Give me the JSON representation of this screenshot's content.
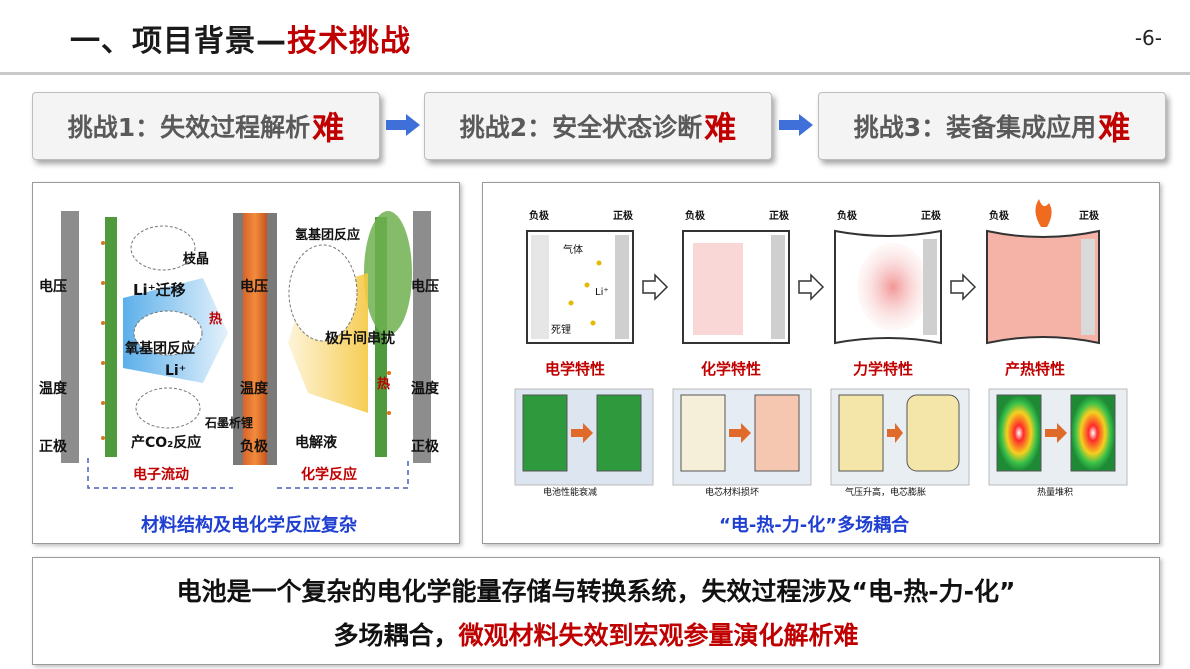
{
  "header": {
    "title_prefix": "一、项目背景—",
    "title_accent": "技术挑战",
    "page_number": "-6-"
  },
  "challenges": [
    {
      "label": "挑战1：失效过程解析",
      "hard": "难"
    },
    {
      "label": "挑战2：安全状态诊断",
      "hard": "难"
    },
    {
      "label": "挑战3：装备集成应用",
      "hard": "难"
    }
  ],
  "left_panel": {
    "caption": "材料结构及电化学反应复杂",
    "labels": {
      "voltage_left": "电压",
      "temperature_left": "温度",
      "cathode_left": "正极",
      "voltage_mid": "电压",
      "temperature_mid": "温度",
      "anode_mid": "负极",
      "voltage_right": "电压",
      "temperature_right": "温度",
      "cathode_right": "正极",
      "dendrite": "枝晶",
      "li_migration": "Li⁺迁移",
      "heat1": "热",
      "oxygen_reaction": "氧基团反应",
      "li_ion": "Li⁺",
      "graphite_li": "石墨析锂",
      "co2_reaction": "产CO₂反应",
      "hydrogen_reaction": "氢基团反应",
      "flake_interference": "极片间串扰",
      "electrolyte": "电解液",
      "heat2": "热",
      "electron_flow": "电子流动",
      "chemical_reaction": "化学反应"
    }
  },
  "right_panel": {
    "caption": "“电-热-力-化”多场耦合",
    "stages": [
      {
        "neg": "负极",
        "pos": "正极",
        "name": "电学特性"
      },
      {
        "neg": "负极",
        "pos": "正极",
        "name": "化学特性"
      },
      {
        "neg": "负极",
        "pos": "正极",
        "name": "力学特性"
      },
      {
        "neg": "负极",
        "pos": "正极",
        "name": "产热特性"
      }
    ],
    "stage1_labels": {
      "gas": "气体",
      "li": "Li⁺",
      "dead_li": "死锂"
    },
    "sub_captions": [
      "电池性能衰减",
      "电芯材料损坏",
      "气压升高，电芯膨胀",
      "热量堆积"
    ]
  },
  "summary": {
    "line1": "电池是一个复杂的电化学能量存储与转换系统，失效过程涉及“电-热-力-化”",
    "line2_plain": "多场耦合，",
    "line2_red": "微观材料失效到宏观参量演化解析难"
  },
  "colors": {
    "accent_red": "#c00000",
    "caption_blue": "#1f3fd1",
    "arrow_blue": "#3f6fd8"
  }
}
